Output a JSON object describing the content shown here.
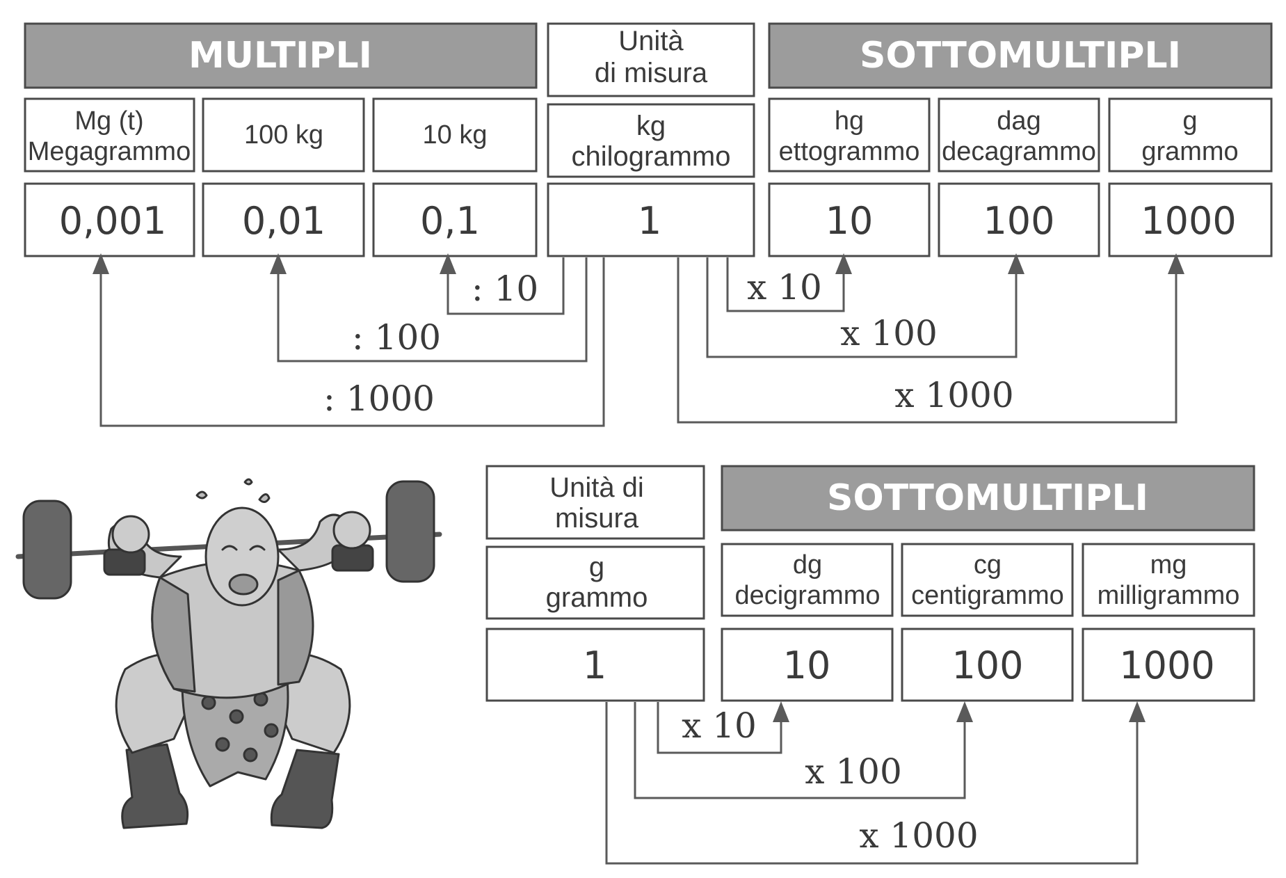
{
  "top": {
    "multipli_header": "MULTIPLI",
    "unit_header": [
      "Unità",
      "di misura"
    ],
    "sottomultipli_header": "SOTTOMULTIPLI",
    "units": [
      {
        "lines": [
          "Mg (t)",
          "Megagrammo"
        ],
        "value": "0,001"
      },
      {
        "lines": [
          "100 kg"
        ],
        "value": "0,01"
      },
      {
        "lines": [
          "10 kg"
        ],
        "value": "0,1"
      },
      {
        "lines": [
          "kg",
          "chilogrammo"
        ],
        "value": "1"
      },
      {
        "lines": [
          "hg",
          "ettogrammo"
        ],
        "value": "10"
      },
      {
        "lines": [
          "dag",
          "decagrammo"
        ],
        "value": "100"
      },
      {
        "lines": [
          "g",
          "grammo"
        ],
        "value": "1000"
      }
    ],
    "operations": [
      ": 10",
      ": 100",
      ": 1000",
      "x 10",
      "x 100",
      "x 1000"
    ]
  },
  "bottom": {
    "unit_header": [
      "Unità di",
      "misura"
    ],
    "sottomultipli_header": "SOTTOMULTIPLI",
    "units": [
      {
        "lines": [
          "g",
          "grammo"
        ],
        "value": "1"
      },
      {
        "lines": [
          "dg",
          "decigrammo"
        ],
        "value": "10"
      },
      {
        "lines": [
          "cg",
          "centigrammo"
        ],
        "value": "100"
      },
      {
        "lines": [
          "mg",
          "milligrammo"
        ],
        "value": "1000"
      }
    ],
    "operations": [
      "x 10",
      "x 100",
      "x 1000"
    ]
  },
  "colors": {
    "header_fill": "#9c9c9c",
    "border": "#4a4a4a",
    "text": "#3a3a3a"
  }
}
